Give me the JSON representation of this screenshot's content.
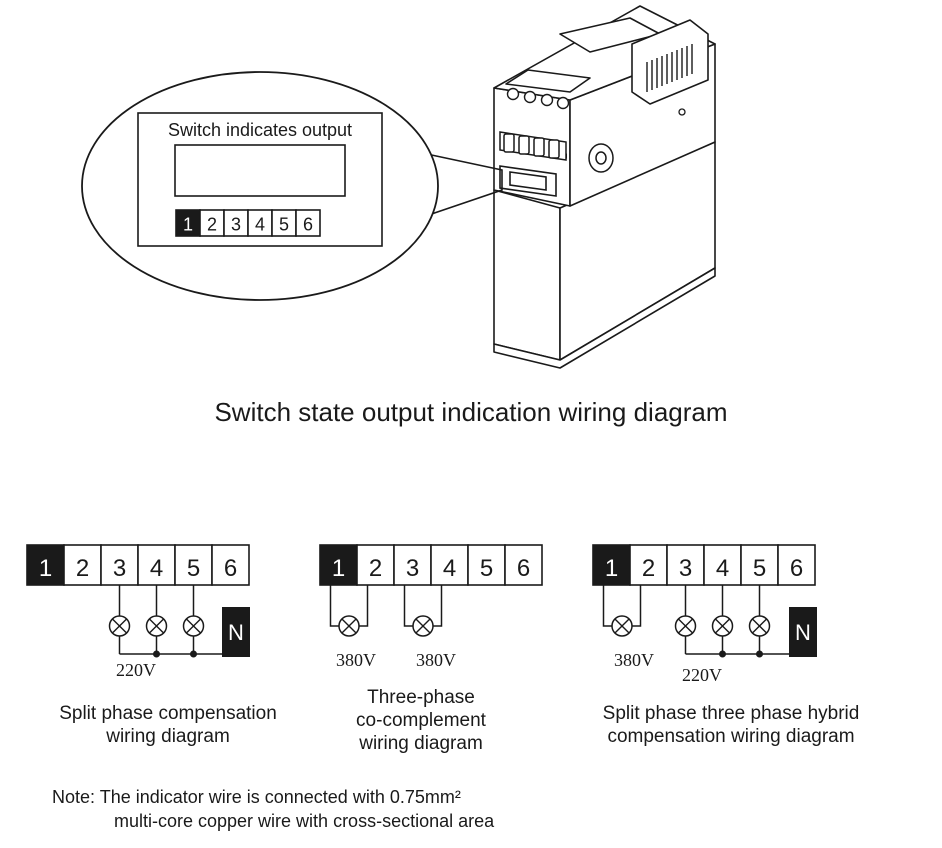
{
  "title": "Switch state output indication wiring diagram",
  "callout": {
    "label": "Switch indicates output",
    "terminals": [
      "1",
      "2",
      "3",
      "4",
      "5",
      "6"
    ]
  },
  "diagrams": [
    {
      "terminals": [
        "1",
        "2",
        "3",
        "4",
        "5",
        "6"
      ],
      "neutral": "N",
      "voltages": [
        "220V"
      ],
      "caption_lines": [
        "Split phase compensation",
        "wiring diagram"
      ]
    },
    {
      "terminals": [
        "1",
        "2",
        "3",
        "4",
        "5",
        "6"
      ],
      "voltages": [
        "380V",
        "380V"
      ],
      "caption_lines": [
        "Three-phase",
        "co-complement",
        "wiring diagram"
      ]
    },
    {
      "terminals": [
        "1",
        "2",
        "3",
        "4",
        "5",
        "6"
      ],
      "neutral": "N",
      "voltages": [
        "380V",
        "220V"
      ],
      "caption_lines": [
        "Split phase three phase hybrid",
        "compensation wiring diagram"
      ]
    }
  ],
  "note": {
    "lines": [
      "Note: The indicator wire is connected with 0.75mm²",
      "multi-core copper wire with cross-sectional area"
    ]
  }
}
